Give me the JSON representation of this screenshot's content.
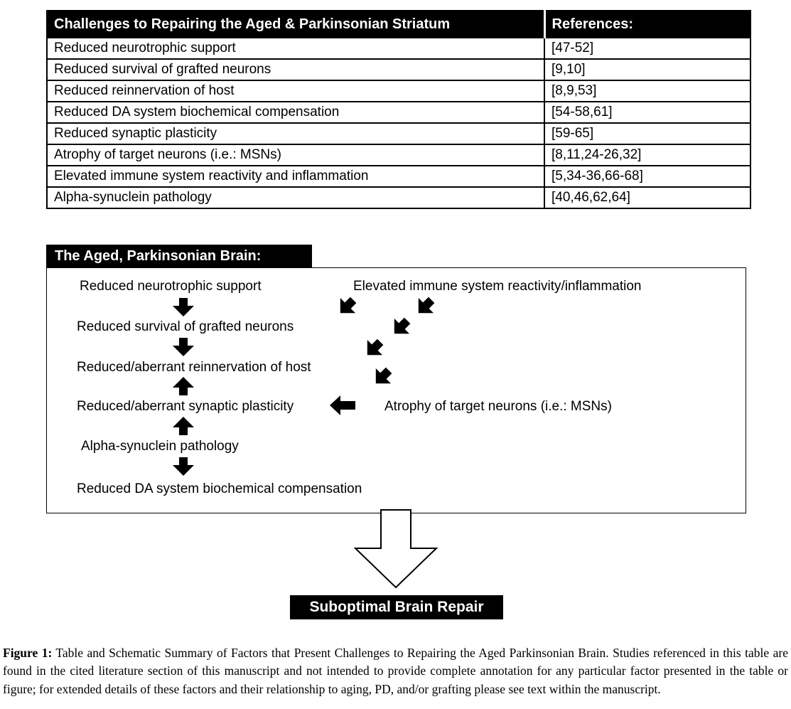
{
  "table": {
    "header": {
      "challenges": "Challenges to Repairing the Aged & Parkinsonian Striatum",
      "references": "References:"
    },
    "rows": [
      {
        "challenge": "Reduced neurotrophic support",
        "refs": "[47-52]"
      },
      {
        "challenge": "Reduced survival of grafted neurons",
        "refs": "[9,10]"
      },
      {
        "challenge": "Reduced reinnervation of host",
        "refs": "[8,9,53]"
      },
      {
        "challenge": "Reduced DA system biochemical compensation",
        "refs": "[54-58,61]"
      },
      {
        "challenge": "Reduced synaptic plasticity",
        "refs": "[59-65]"
      },
      {
        "challenge": "Atrophy of target neurons (i.e.: MSNs)",
        "refs": "[8,11,24-26,32]"
      },
      {
        "challenge": "Elevated immune system reactivity and inflammation",
        "refs": "[5,34-36,66-68]"
      },
      {
        "challenge": "Alpha-synuclein pathology",
        "refs": "[40,46,62,64]"
      }
    ]
  },
  "diagram": {
    "title": "The Aged, Parkinsonian Brain:",
    "nodes": {
      "neurotrophic": "Reduced neurotrophic support",
      "immune": "Elevated immune system reactivity/inflammation",
      "survival": "Reduced survival of grafted neurons",
      "reinnervation": "Reduced/aberrant reinnervation of host",
      "plasticity": "Reduced/aberrant synaptic plasticity",
      "atrophy": "Atrophy of target neurons (i.e.: MSNs)",
      "synuclein": "Alpha-synuclein pathology",
      "compensation": "Reduced DA system biochemical compensation"
    },
    "outcome": "Suboptimal Brain Repair"
  },
  "caption": {
    "label": "Figure 1:",
    "text": " Table and Schematic Summary of Factors that Present Challenges to Repairing the Aged Parkinsonian Brain. Studies referenced in this table are found in the cited literature section of this manuscript and not intended to provide complete annotation for any particular factor presented in the table or figure; for extended details of these factors and their relationship to aging, PD, and/or grafting please see text within the manuscript."
  },
  "colors": {
    "background": "#ffffff",
    "table_header_bg": "#000000",
    "table_header_text": "#ffffff",
    "diagram_title_bg": "#000000",
    "outcome_bg": "#000000",
    "arrow": "#000000",
    "text": "#000000"
  }
}
